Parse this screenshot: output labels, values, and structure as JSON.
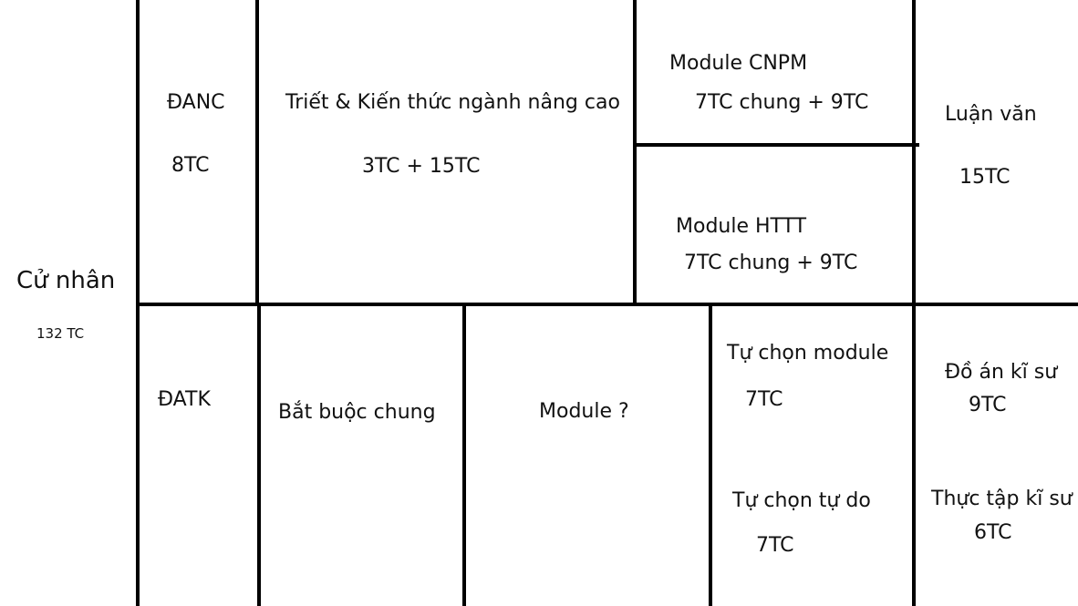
{
  "left_label": {
    "title": "Cử nhân",
    "credits": "132 TC"
  },
  "top_row": {
    "danc": {
      "title": "ĐANC",
      "credits": "8TC"
    },
    "triet": {
      "title": "Triết & Kiến thức ngành nâng cao",
      "credits": "3TC + 15TC"
    },
    "module_cnpm": {
      "title": "Module CNPM",
      "credits": "7TC chung + 9TC"
    },
    "module_httt": {
      "title": "Module HTTT",
      "credits": "7TC chung + 9TC"
    },
    "luan_van": {
      "title": "Luận văn",
      "credits": "15TC"
    }
  },
  "bottom_row": {
    "datk": {
      "title": "ĐATK"
    },
    "bat_buoc": {
      "title": "Bắt buộc chung"
    },
    "module_unknown": {
      "title": "Module ?"
    },
    "tu_chon_module": {
      "title": "Tự chọn module",
      "credits": "7TC"
    },
    "tu_chon_tu_do": {
      "title": "Tự chọn tự do",
      "credits": "7TC"
    },
    "do_an_ki_su": {
      "title": "Đồ án kĩ sư",
      "credits": "9TC"
    },
    "thuc_tap_ki_su": {
      "title": "Thực tập kĩ sư",
      "credits": "6TC"
    }
  },
  "colors": {
    "line": "#000000",
    "text": "#111111",
    "background": "#ffffff"
  }
}
